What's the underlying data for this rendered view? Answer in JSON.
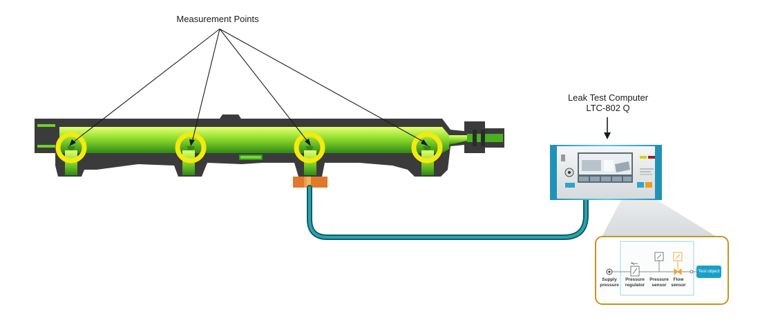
{
  "labels": {
    "measurement_points": "Measurement Points",
    "device_title_line1": "Leak Test Computer",
    "device_title_line2": "LTC-802 Q"
  },
  "schematic": {
    "supply_pressure": [
      "Supply",
      "pressure"
    ],
    "pressure_regulator": [
      "Pressure",
      "regulator"
    ],
    "pressure_sensor": [
      "Pressure",
      "sensor"
    ],
    "flow_sensor": [
      "Flow",
      "sensor"
    ],
    "test_object": "Test object"
  },
  "colors": {
    "rail_green_light": "#c8f04a",
    "rail_green_dark": "#3f9a1e",
    "rail_body": "#3a3a3a",
    "measurement_ring": "#f2ea10",
    "hose": "#1f7f8a",
    "connector": "#e07a2a",
    "device_frame": "#2aa6c8",
    "callout_border": "#c8921e",
    "test_object_fill": "#1aa0c8",
    "flow_sensor_accent": "#f0a030"
  }
}
